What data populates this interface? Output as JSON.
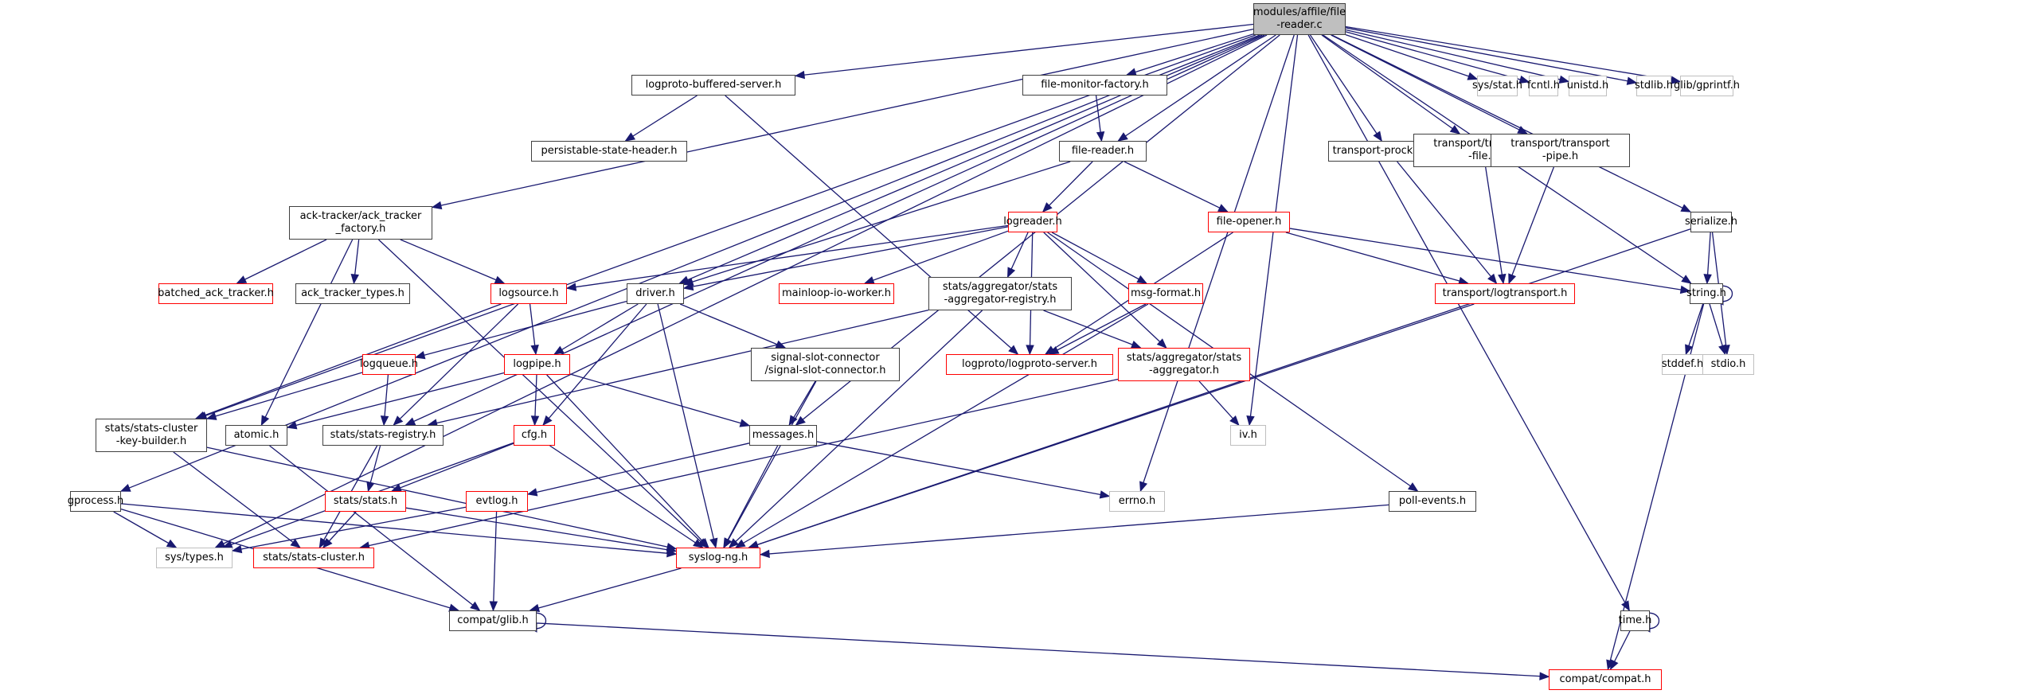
{
  "title": "modules/affile/file-reader.c include dependency graph",
  "colors": {
    "edge": "#191970",
    "root_fill": "#bfbfbf",
    "documented_border": "#404040",
    "truncated_border": "#ff0000",
    "system_border": "#bfbfbf"
  },
  "nodes": [
    {
      "id": "root",
      "label": "modules/affile/file\n-reader.c",
      "kind": "root"
    },
    {
      "id": "lbs",
      "label": "logproto-buffered-server.h",
      "kind": "doc"
    },
    {
      "id": "fmf",
      "label": "file-monitor-factory.h",
      "kind": "doc"
    },
    {
      "id": "pst",
      "label": "persistable-state-header.h",
      "kind": "doc"
    },
    {
      "id": "frh",
      "label": "file-reader.h",
      "kind": "doc"
    },
    {
      "id": "tpm",
      "label": "transport-prockmsg.h",
      "kind": "doc"
    },
    {
      "id": "ttf",
      "label": "transport/transport\n-file.h",
      "kind": "doc"
    },
    {
      "id": "ttp",
      "label": "transport/transport\n-pipe.h",
      "kind": "doc"
    },
    {
      "id": "sst",
      "label": "sys/stat.h",
      "kind": "sys"
    },
    {
      "id": "fcn",
      "label": "fcntl.h",
      "kind": "sys"
    },
    {
      "id": "uni",
      "label": "unistd.h",
      "kind": "sys"
    },
    {
      "id": "sdl",
      "label": "stdlib.h",
      "kind": "sys"
    },
    {
      "id": "gpf",
      "label": "glib/gprintf.h",
      "kind": "sys"
    },
    {
      "id": "atf",
      "label": "ack-tracker/ack_tracker\n_factory.h",
      "kind": "doc"
    },
    {
      "id": "lrd",
      "label": "logreader.h",
      "kind": "red"
    },
    {
      "id": "fop",
      "label": "file-opener.h",
      "kind": "red"
    },
    {
      "id": "ser",
      "label": "serialize.h",
      "kind": "doc"
    },
    {
      "id": "bat",
      "label": "batched_ack_tracker.h",
      "kind": "red"
    },
    {
      "id": "att",
      "label": "ack_tracker_types.h",
      "kind": "doc"
    },
    {
      "id": "lsr",
      "label": "logsource.h",
      "kind": "red"
    },
    {
      "id": "drv",
      "label": "driver.h",
      "kind": "doc"
    },
    {
      "id": "miw",
      "label": "mainloop-io-worker.h",
      "kind": "red"
    },
    {
      "id": "sar",
      "label": "stats/aggregator/stats\n-aggregator-registry.h",
      "kind": "doc"
    },
    {
      "id": "mfm",
      "label": "msg-format.h",
      "kind": "red"
    },
    {
      "id": "ltr",
      "label": "transport/logtransport.h",
      "kind": "red"
    },
    {
      "id": "str",
      "label": "string.h",
      "kind": "doc"
    },
    {
      "id": "lqu",
      "label": "logqueue.h",
      "kind": "red"
    },
    {
      "id": "lpi",
      "label": "logpipe.h",
      "kind": "red"
    },
    {
      "id": "ssc",
      "label": "signal-slot-connector\n/signal-slot-connector.h",
      "kind": "doc"
    },
    {
      "id": "lps",
      "label": "logproto/logproto-server.h",
      "kind": "red"
    },
    {
      "id": "sag",
      "label": "stats/aggregator/stats\n-aggregator.h",
      "kind": "red"
    },
    {
      "id": "sdf",
      "label": "stddef.h",
      "kind": "sys"
    },
    {
      "id": "sio",
      "label": "stdio.h",
      "kind": "sys"
    },
    {
      "id": "skb",
      "label": "stats/stats-cluster\n-key-builder.h",
      "kind": "doc"
    },
    {
      "id": "ato",
      "label": "atomic.h",
      "kind": "doc"
    },
    {
      "id": "srg",
      "label": "stats/stats-registry.h",
      "kind": "doc"
    },
    {
      "id": "cfg",
      "label": "cfg.h",
      "kind": "red"
    },
    {
      "id": "msg",
      "label": "messages.h",
      "kind": "doc"
    },
    {
      "id": "ivh",
      "label": "iv.h",
      "kind": "sys"
    },
    {
      "id": "gpr",
      "label": "gprocess.h",
      "kind": "doc"
    },
    {
      "id": "sts",
      "label": "stats/stats.h",
      "kind": "red"
    },
    {
      "id": "evl",
      "label": "evtlog.h",
      "kind": "red"
    },
    {
      "id": "err",
      "label": "errno.h",
      "kind": "sys"
    },
    {
      "id": "pev",
      "label": "poll-events.h",
      "kind": "doc"
    },
    {
      "id": "sty",
      "label": "sys/types.h",
      "kind": "sys"
    },
    {
      "id": "scl",
      "label": "stats/stats-cluster.h",
      "kind": "red"
    },
    {
      "id": "sng",
      "label": "syslog-ng.h",
      "kind": "red"
    },
    {
      "id": "cgl",
      "label": "compat/glib.h",
      "kind": "doc"
    },
    {
      "id": "tim",
      "label": "time.h",
      "kind": "doc"
    },
    {
      "id": "ccm",
      "label": "compat/compat.h",
      "kind": "red"
    }
  ],
  "edges": [
    [
      "root",
      "lbs"
    ],
    [
      "root",
      "fmf"
    ],
    [
      "root",
      "frh"
    ],
    [
      "root",
      "tpm"
    ],
    [
      "root",
      "ttf"
    ],
    [
      "root",
      "ttp"
    ],
    [
      "root",
      "sst"
    ],
    [
      "root",
      "fcn"
    ],
    [
      "root",
      "uni"
    ],
    [
      "root",
      "sdl"
    ],
    [
      "root",
      "gpf"
    ],
    [
      "root",
      "atf"
    ],
    [
      "root",
      "drv"
    ],
    [
      "root",
      "ser"
    ],
    [
      "root",
      "str"
    ],
    [
      "root",
      "tim"
    ],
    [
      "root",
      "skb"
    ],
    [
      "root",
      "srg"
    ],
    [
      "root",
      "sty"
    ],
    [
      "root",
      "gpr"
    ],
    [
      "root",
      "msg"
    ],
    [
      "root",
      "ivh"
    ],
    [
      "root",
      "err"
    ],
    [
      "lbs",
      "pst"
    ],
    [
      "lbs",
      "lps"
    ],
    [
      "fmf",
      "frh"
    ],
    [
      "frh",
      "lrd"
    ],
    [
      "frh",
      "fop"
    ],
    [
      "frh",
      "drv"
    ],
    [
      "atf",
      "bat"
    ],
    [
      "atf",
      "att"
    ],
    [
      "atf",
      "lsr"
    ],
    [
      "atf",
      "ato"
    ],
    [
      "atf",
      "sng"
    ],
    [
      "lrd",
      "lsr"
    ],
    [
      "lrd",
      "miw"
    ],
    [
      "lrd",
      "sar"
    ],
    [
      "lrd",
      "mfm"
    ],
    [
      "lrd",
      "lps"
    ],
    [
      "lrd",
      "sag"
    ],
    [
      "lrd",
      "pev"
    ],
    [
      "lrd",
      "drv"
    ],
    [
      "fop",
      "ltr"
    ],
    [
      "fop",
      "lps"
    ],
    [
      "fop",
      "str"
    ],
    [
      "tpm",
      "ltr"
    ],
    [
      "ttf",
      "ltr"
    ],
    [
      "ttp",
      "ltr"
    ],
    [
      "ser",
      "str"
    ],
    [
      "ser",
      "sio"
    ],
    [
      "ser",
      "sng"
    ],
    [
      "str",
      "str"
    ],
    [
      "str",
      "sdf"
    ],
    [
      "str",
      "sio"
    ],
    [
      "str",
      "ccm"
    ],
    [
      "lsr",
      "lpi"
    ],
    [
      "lsr",
      "srg"
    ],
    [
      "lsr",
      "skb"
    ],
    [
      "drv",
      "lqu"
    ],
    [
      "drv",
      "lpi"
    ],
    [
      "drv",
      "cfg"
    ],
    [
      "drv",
      "ssc"
    ],
    [
      "drv",
      "sng"
    ],
    [
      "sar",
      "srg"
    ],
    [
      "sar",
      "sag"
    ],
    [
      "sar",
      "sng"
    ],
    [
      "mfm",
      "lps"
    ],
    [
      "mfm",
      "sng"
    ],
    [
      "ltr",
      "sng"
    ],
    [
      "lqu",
      "skb"
    ],
    [
      "lqu",
      "srg"
    ],
    [
      "lpi",
      "ato"
    ],
    [
      "lpi",
      "cfg"
    ],
    [
      "lpi",
      "msg"
    ],
    [
      "lpi",
      "sng"
    ],
    [
      "ssc",
      "msg"
    ],
    [
      "ssc",
      "sng"
    ],
    [
      "sag",
      "ivh"
    ],
    [
      "sag",
      "scl"
    ],
    [
      "skb",
      "scl"
    ],
    [
      "skb",
      "sng"
    ],
    [
      "ato",
      "cgl"
    ],
    [
      "srg",
      "sts"
    ],
    [
      "srg",
      "scl"
    ],
    [
      "cfg",
      "sts"
    ],
    [
      "cfg",
      "sty"
    ],
    [
      "cfg",
      "sng"
    ],
    [
      "msg",
      "evl"
    ],
    [
      "msg",
      "sng"
    ],
    [
      "msg",
      "err"
    ],
    [
      "gpr",
      "sty"
    ],
    [
      "gpr",
      "cgl"
    ],
    [
      "gpr",
      "sng"
    ],
    [
      "sts",
      "scl"
    ],
    [
      "sts",
      "sng"
    ],
    [
      "evl",
      "sty"
    ],
    [
      "evl",
      "cgl"
    ],
    [
      "pev",
      "sng"
    ],
    [
      "sng",
      "cgl"
    ],
    [
      "cgl",
      "cgl"
    ],
    [
      "cgl",
      "ccm"
    ],
    [
      "tim",
      "tim"
    ],
    [
      "tim",
      "ccm"
    ]
  ]
}
